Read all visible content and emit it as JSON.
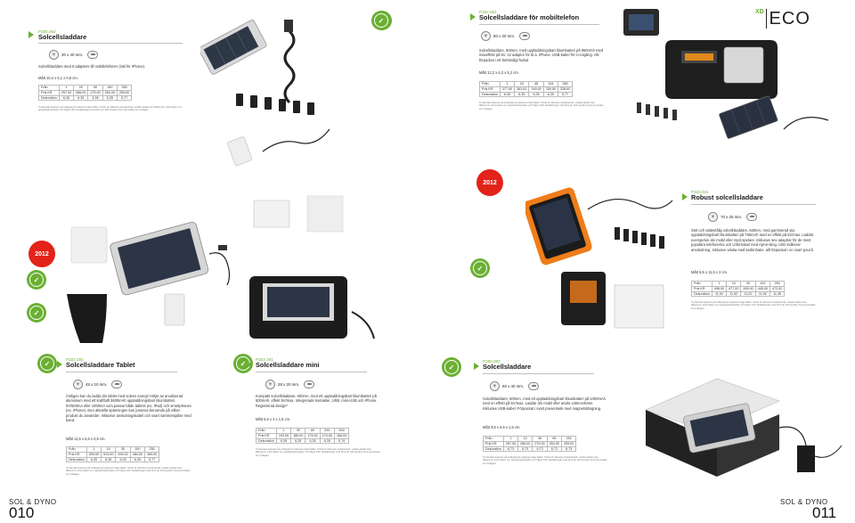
{
  "logo": {
    "xd": "XD",
    "eco": "ECO"
  },
  "badges": {
    "year": "2012"
  },
  "footer": {
    "left_section": "SOL & DYNO",
    "left_page": "010",
    "right_section": "SOL & DYNO",
    "right_page": "011"
  },
  "products": {
    "p260062": {
      "code": "P260.062",
      "title": "Solcellsladdare",
      "dims": "30 x 40 mm.",
      "desc": "Solcellsladdare med 6 adapters till mobiltelefoner (inkl för iPhone).",
      "measure": "Mått 10,4 x 5,1 x 0,8 cm.",
      "price_header": [
        "Från",
        "1",
        "20",
        "50",
        "150",
        "350"
      ],
      "price_row": [
        "Pris KR",
        "297,00",
        "286,00",
        "275,00",
        "263,00",
        "259,00"
      ],
      "deco_row": [
        "Dekoration",
        "6,35",
        "6,35",
        "6,35",
        "6,35",
        "5,77"
      ],
      "fine": "Tryckpriset baseras på enfärgstryck placerat enligt bilden. Priset är inklusive tryckkostnad. Lokala skatter kan tillkomma. Information om uppstartskostnader och frågor inför beställningar med förre än 100 stycken finns på insidan av omslaget."
    },
    "p252081": {
      "code": "P252.081",
      "title": "Solcellsladdare för mobiltelefon",
      "dims": "80 x 20 mm.",
      "desc": "Solcellsladdare, 800mA, med uppladdningsbart litiumbatteri på 960mAh med maxeffekt på 5V. 12 adaptor för bl.a. iPhone. USB-kabel för in-/utgång. Allt förpackat i ett behändigt fodral.",
      "measure": "Mått 12,2 x 6,3 x 5,2 cm.",
      "price_header": [
        "Från",
        "1",
        "24",
        "48",
        "144",
        "960"
      ],
      "price_row": [
        "Pris KR",
        "377,00",
        "363,00",
        "349,00",
        "339,00",
        "328,00"
      ],
      "deco_row": [
        "Dekoration",
        "6,35",
        "6,35",
        "6,35",
        "6,35",
        "5,77"
      ],
      "fine": "Tryckpriset baseras på enfärgstryck placerat enligt bilden. Priset är inklusive tryckkostnad. Lokala skatter kan tillkomma. Information om uppstartskostnader och frågor inför beställningar med förre än 100 stycken finns på insidan av omslaget."
    },
    "p323041": {
      "code": "P323.041",
      "title": "Robust solcellsladdare",
      "dims": "70 x 25 mm.",
      "desc": "Stöt och vattentålig solcellsladdare, 500mA, med gummerad yta, uppladdningsbart litiumbatteri på 750mAh med en effekt på 5V/max. Laddat exempelvis din mobil eller mp3-spelare. Inklusive sex adaptrar för de mest populära telefonerna och USB-kabel med nylon-sling. LED indikerar användning. Inklusive väska med karbinhake, allt förpackat i en svart pouch.",
      "measure": "Mått 6,5 x 11,5 x 2 cm.",
      "price_header": [
        "Från",
        "1",
        "10",
        "30",
        "100",
        "250"
      ],
      "price_row": [
        "Pris KR",
        "496,00",
        "477,00",
        "459,00",
        "445,00",
        "472,00"
      ],
      "deco_row": [
        "Dekoration",
        "11,92",
        "11,92",
        "11,92",
        "11,92",
        "11,35"
      ],
      "fine": "Tryckpriset baseras på enfärgstryck placerat enligt bilden. Priset är inklusive tryckkostnad. Lokala skatter kan tillkomma. Information om uppstartskostnader och frågor inför beställningar med förre än 100 stycken finns på insidan av omslaget."
    },
    "p323192": {
      "code": "P323.192",
      "title": "Solcellsladdare Tablet",
      "dims": "45 x 10 mm.",
      "desc": "Äntligen kan du ladda din tablet med solens energi! Höljet av anodiserad aluminium med ett kraftfullt 3600mAh uppladdningsbart litiumbatteri, 5V/500mA eller 1000mA som passar både tablets (ex. iPad) och smartphones (ex. iPhone). Den aktuella spänningen kan justeras beroende på vilken produkt du använder. Inklusive anslutningskabel och svart sammetspåse med band.",
      "measure": "Mått 11,5 x 6,6 x 0,9 cm.",
      "price_header": [
        "Från",
        "1",
        "10",
        "30",
        "100",
        "250"
      ],
      "price_row": [
        "Pris KR",
        "539,00",
        "519,00",
        "499,00",
        "484,00",
        "469,00"
      ],
      "deco_row": [
        "Dekoration",
        "6,35",
        "6,35",
        "6,35",
        "6,35",
        "5,77"
      ],
      "fine": "Tryckpriset baseras på enfärgstryck placerat enligt bilden. Priset är inklusive tryckkostnad. Lokala skatter kan tillkomma. Information om uppstartskostnader och frågor inför beställningar med förre än 100 stycken finns på insidan av omslaget."
    },
    "p323191": {
      "code": "P323.191",
      "title": "Solcellsladdare mini",
      "dims": "28 x 20 mm.",
      "desc": "Kompakt solcellsladdare, 600mA, med ett uppladdningsbart litiumbatteri på 500mAh, effekt 5V/max. Integrerade kontakter, USB, mini-USB och iPhone. Registrerad design*",
      "measure": "Mått 6,5 x 4 x 1,5 cm.",
      "price_header": [
        "Från",
        "1",
        "30",
        "60",
        "200",
        "500"
      ],
      "price_row": [
        "Pris KR",
        "193,00",
        "186,00",
        "179,00",
        "174,00",
        "168,00"
      ],
      "deco_row": [
        "Dekoration",
        "6,35",
        "6,35",
        "6,35",
        "6,35",
        "5,79"
      ],
      "fine": "Tryckpriset baseras på enfärgstryck placerat enligt bilden. Priset är inklusive tryckkostnad. Lokala skatter kan tillkomma. Information om uppstartskostnader och frågor inför beställningar med förre än 100 stycken finns på insidan av omslaget."
    },
    "p260092": {
      "code": "P260.092",
      "title": "Solcellsladdare",
      "dims": "60 x 40 mm.",
      "desc": "Solcellsladdare, 500mA, med ett uppladdningsbart litiumbatteri på 1000mAh med en effekt på 5V/max. Laddar din mobil eller andra USB-enheter. Inklusive USB-kabel. Förpackat i svart presentask med magnetstängning.",
      "measure": "Mått 9,5 x 6,5 x 1,5 cm.",
      "price_header": [
        "Från",
        "1",
        "12",
        "36",
        "96",
        "252"
      ],
      "price_row": [
        "Pris KR",
        "297,00",
        "286,00",
        "275,00",
        "263,00",
        "259,00"
      ],
      "deco_row": [
        "Dekoration",
        "6,73",
        "6,73",
        "6,73",
        "6,73",
        "6,73"
      ],
      "fine": "Tryckpriset baseras på enfärgstryck placerat enligt bilden. Priset är inklusive tryckkostnad. Lokala skatter kan tillkomma. Information om uppstartskostnader och frågor inför beställningar med förre än 100 stycken finns på insidan av omslaget."
    }
  }
}
